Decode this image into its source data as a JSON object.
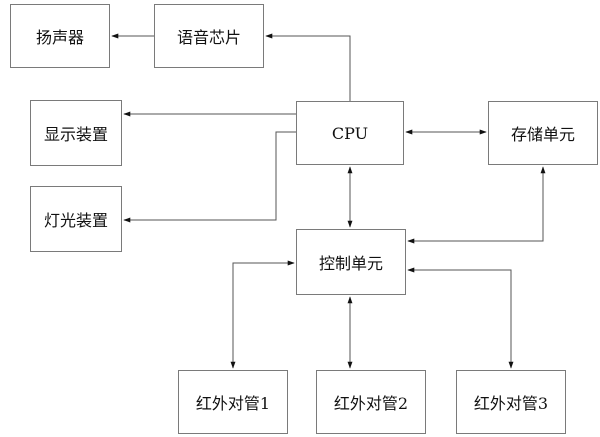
{
  "blocks": {
    "speaker": "扬声器",
    "voice_chip": "语音芯片",
    "display": "显示装置",
    "light": "灯光装置",
    "cpu": "CPU",
    "storage": "存储单元",
    "control": "控制单元",
    "ir1": "红外对管1",
    "ir2": "红外对管2",
    "ir3": "红外对管3"
  }
}
